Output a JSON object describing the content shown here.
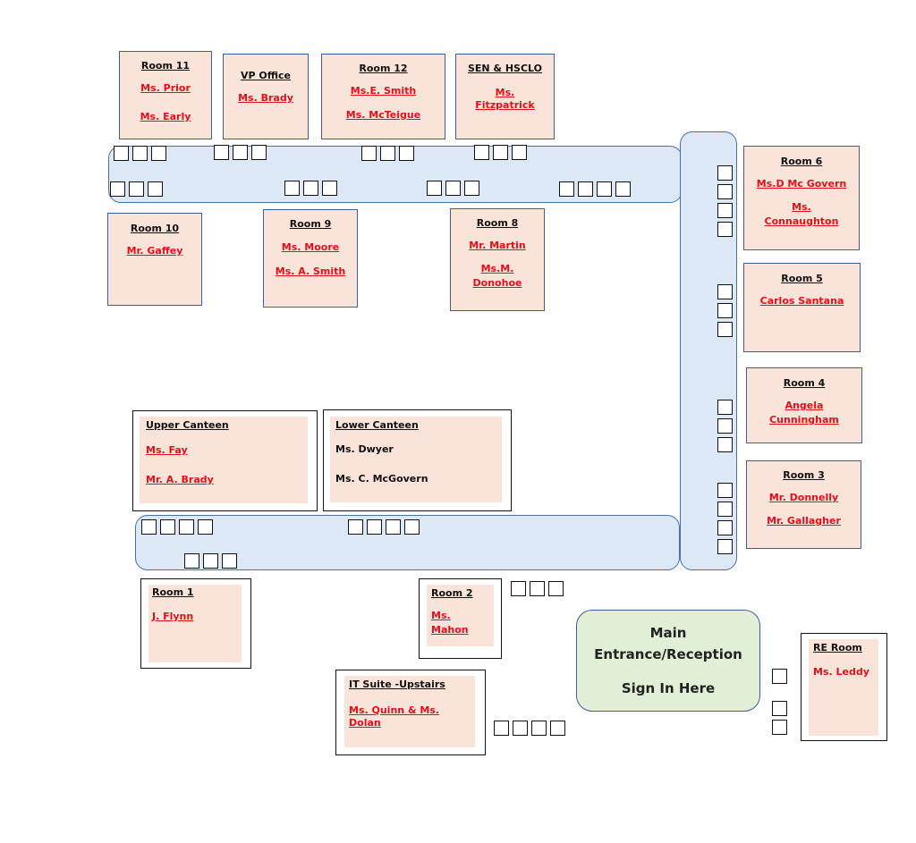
{
  "rooms": {
    "room11": {
      "title": "Room 11",
      "names": [
        "Ms. Prior",
        "Ms. Early"
      ]
    },
    "vp": {
      "title": "VP Office",
      "names": [
        "Ms. Brady"
      ]
    },
    "room12": {
      "title": "Room 12",
      "names": [
        "Ms.E. Smith",
        "Ms. McTeigue"
      ]
    },
    "sen": {
      "title": "SEN & HSCLO",
      "names": [
        "Ms.",
        "Fitzpatrick"
      ]
    },
    "room6": {
      "title": "Room 6",
      "names": [
        "Ms.D Mc Govern",
        "Ms.",
        "Connaughton"
      ]
    },
    "room10": {
      "title": "Room 10",
      "names": [
        "Mr. Gaffey"
      ]
    },
    "room9": {
      "title": "Room 9",
      "names": [
        "Ms. Moore",
        "Ms. A. Smith"
      ]
    },
    "room8": {
      "title": "Room 8",
      "names": [
        "Mr. Martin",
        "Ms.M.",
        "Donohoe"
      ]
    },
    "room5": {
      "title": "Room 5",
      "names": [
        "Carlos Santana"
      ]
    },
    "room4": {
      "title": "Room 4",
      "names": [
        "Angela",
        "Cunningham"
      ]
    },
    "room3": {
      "title": "Room 3",
      "names": [
        "Mr. Donnelly",
        "Mr. Gallagher"
      ]
    },
    "upper_canteen": {
      "title": "Upper Canteen",
      "names": [
        "Ms. Fay",
        "Mr. A. Brady"
      ]
    },
    "lower_canteen": {
      "title": "Lower Canteen",
      "names": [
        "Ms. Dwyer",
        "Ms. C. McGovern"
      ]
    },
    "room1": {
      "title": "Room 1",
      "names": [
        "J. Flynn"
      ]
    },
    "room2": {
      "title": "Room 2",
      "names": [
        "Ms.",
        "Mahon"
      ]
    },
    "it_suite": {
      "title": "IT Suite -Upstairs",
      "names": [
        "Ms. Quinn & Ms. Dolan"
      ]
    },
    "re_room": {
      "title": "RE Room",
      "names": [
        "Ms. Leddy"
      ]
    }
  },
  "reception": {
    "line1": "Main",
    "line2": "Entrance/Reception",
    "line3": "Sign In Here"
  }
}
